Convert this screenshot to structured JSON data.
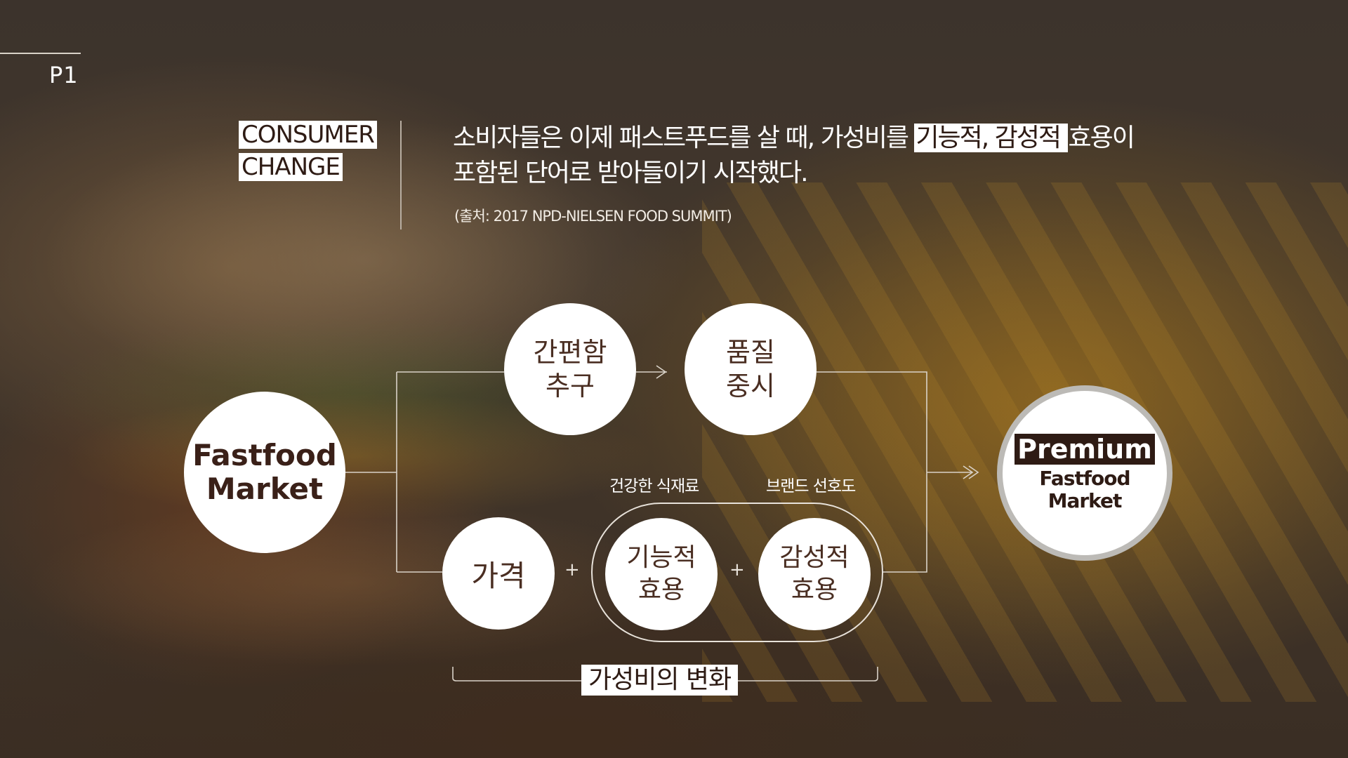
{
  "page": {
    "number": "P1"
  },
  "header": {
    "tag_line1": "CONSUMER",
    "tag_line2": "CHANGE",
    "headline_part1": "소비자들은 이제 패스트푸드를 살 때, 가성비를 ",
    "headline_highlight": "기능적, 감성적 ",
    "headline_part2": "효용이",
    "headline_line2": "포함된 단어로 받아들이기 시작했다.",
    "source": "(출처: 2017 NPD-NIELSEN FOOD SUMMIT)"
  },
  "diagram": {
    "start_line1": "Fastfood",
    "start_line2": "Market",
    "convenience_line1": "간편함",
    "convenience_line2": "추구",
    "quality_line1": "품질",
    "quality_line2": "중시",
    "price": "가격",
    "functional_line1": "기능적",
    "functional_line2": "효용",
    "emotional_line1": "감성적",
    "emotional_line2": "효용",
    "label_health": "건강한 식재료",
    "label_brand": "브랜드 선호도",
    "plus1": "+",
    "plus2": "+",
    "result_top": "Premium",
    "result_line2": "Fastfood",
    "result_line3": "Market",
    "bracket_label": "가성비의 변화"
  },
  "colors": {
    "text_dark": "#2e1b14",
    "circle_fill": "#ffffff",
    "line": "#d9d2c8"
  }
}
